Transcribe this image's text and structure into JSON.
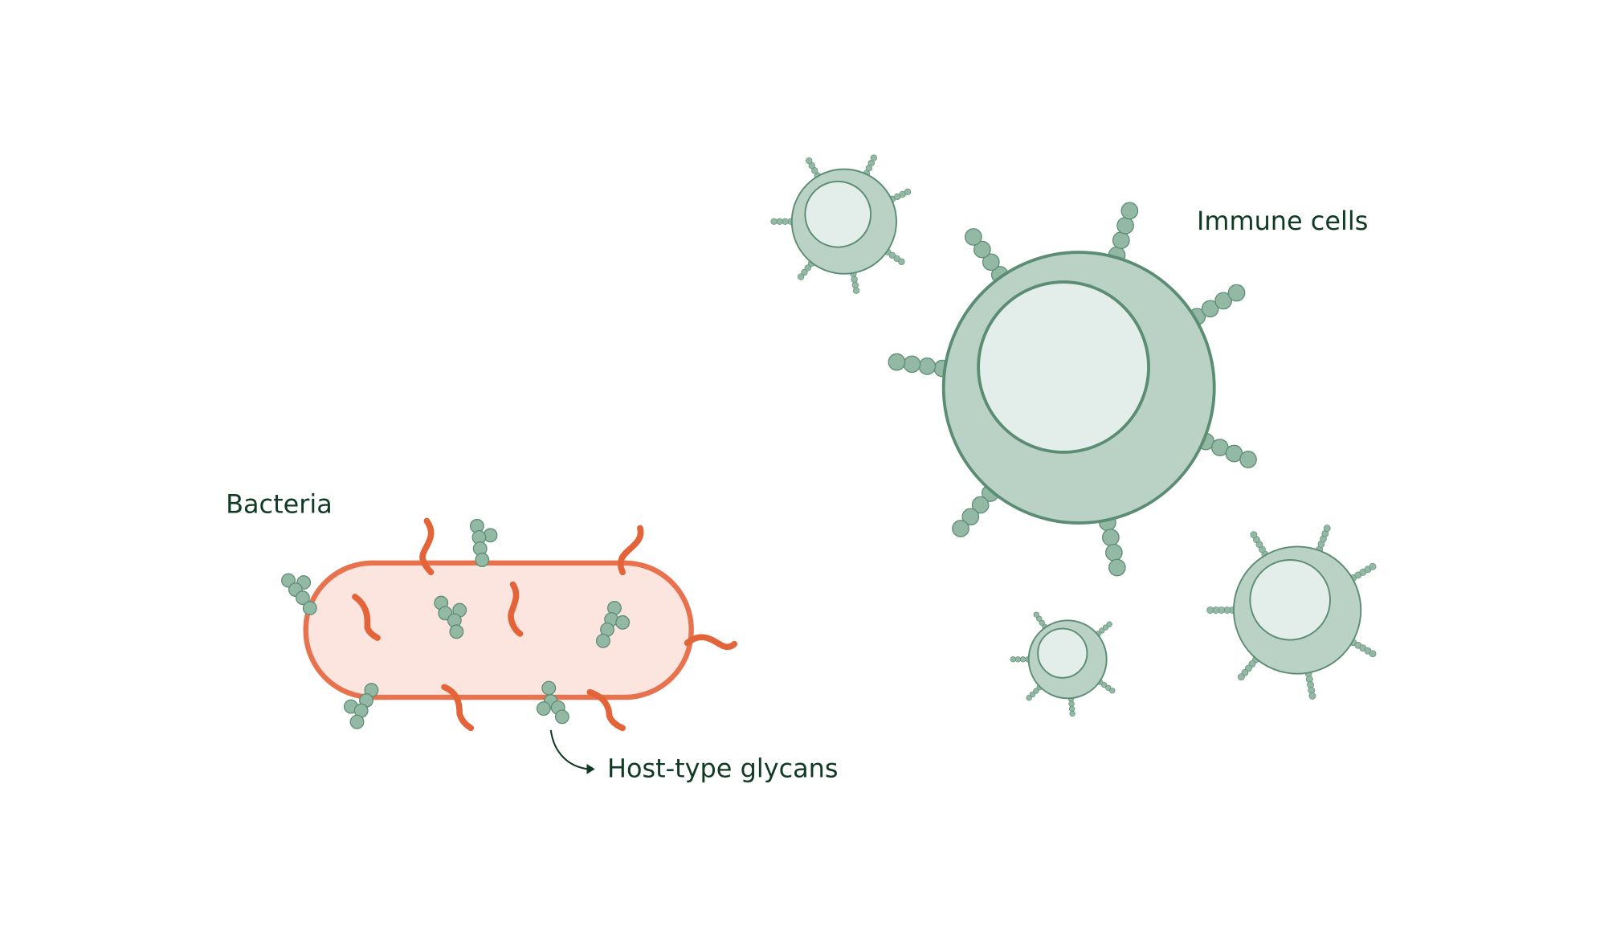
{
  "labels": {
    "bacteria": "Bacteria",
    "immune_cells": "Immune cells",
    "glycans": "Host-type glycans"
  },
  "colors": {
    "bacteria_stroke": "#e8714e",
    "bacteria_fill": "#fce5df",
    "flagellum": "#e4643a",
    "cell_fill": "#bad2c5",
    "cell_stroke": "#5b8c74",
    "nucleus_fill": "#e3ede9",
    "glycan_fill": "#93b8a4",
    "text": "#0f3a24"
  }
}
